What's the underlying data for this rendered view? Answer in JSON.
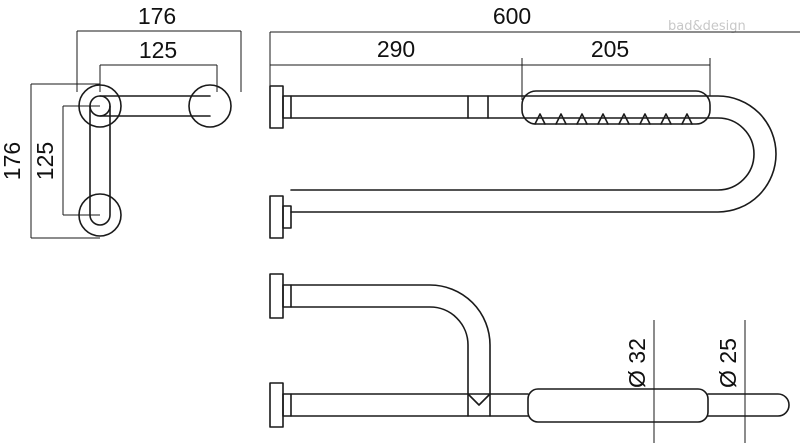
{
  "watermark": "bad&design",
  "dimensions": {
    "top_view_width": "176",
    "top_view_inner": "125",
    "top_view_height": "176",
    "top_view_inner_height": "125",
    "overall_length": "600",
    "straight_section": "290",
    "grip_section": "205",
    "tube_diameter_grip": "Ø 32",
    "tube_diameter_end": "Ø 25"
  }
}
